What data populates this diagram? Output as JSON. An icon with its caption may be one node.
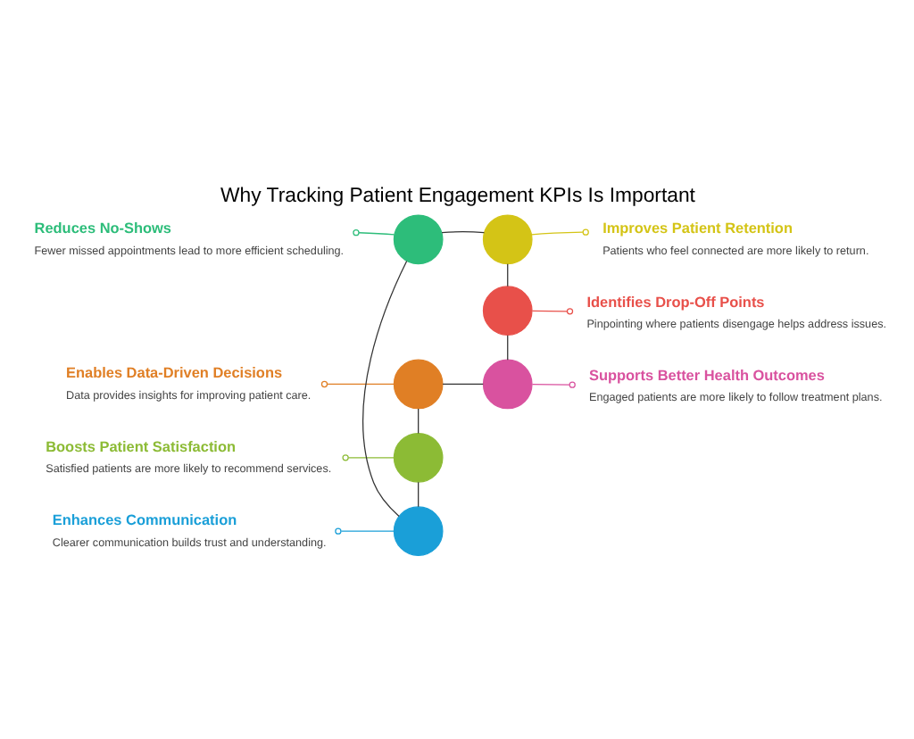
{
  "diagram": {
    "title": "Why Tracking Patient Engagement KPIs Is Important",
    "nodes": [
      {
        "text": [
          "Reduces No-Shows",
          "Fewer missed appointments lead to more efficient scheduling."
        ]
      },
      {
        "text": [
          "Improves Patient Retention",
          "Patients who feel connected are more likely to return."
        ]
      },
      {
        "text": [
          "Enhances Communication",
          "Clearer communication builds trust and understanding."
        ]
      },
      {
        "text": [
          "Identifies Drop-Off Points",
          "Pinpointing where patients disengage helps address issues."
        ]
      },
      {
        "text": [
          "Boosts Patient Satisfaction",
          "Satisfied patients are more likely to recommend services."
        ]
      },
      {
        "text": [
          "Supports Better Health Outcomes",
          "Engaged patients are more likely to follow treatment plans."
        ]
      },
      {
        "text": [
          "Enables Data-Driven Decisions",
          "Data provides insights for improving patient care."
        ]
      },
      {
        "text": [],
        "shape": "circle"
      },
      {
        "text": [],
        "shape": "circle"
      },
      {
        "text": [],
        "shape": "circle"
      },
      {
        "text": [],
        "shape": "circle"
      },
      {
        "text": [],
        "shape": "circle"
      },
      {
        "text": [],
        "shape": "circle"
      },
      {
        "text": [],
        "shape": "circle"
      }
    ],
    "edges": [
      {
        "from": 0,
        "to": 7,
        "arrow": "other",
        "color": "#2dbd7a"
      },
      {
        "from": 1,
        "to": 8,
        "arrow": "other",
        "color": "#d4c416"
      },
      {
        "from": 2,
        "to": 9,
        "arrow": "other",
        "color": "#1a9fd8"
      },
      {
        "from": 3,
        "to": 10,
        "arrow": "other",
        "color": "#e8504a"
      },
      {
        "from": 4,
        "to": 11,
        "arrow": "other",
        "color": "#8cbb35"
      },
      {
        "from": 5,
        "to": 12,
        "arrow": "other",
        "color": "#d9529f"
      },
      {
        "from": 6,
        "to": 13,
        "arrow": "other",
        "color": "#e07f25"
      },
      {
        "from": 7,
        "to": 8,
        "arrow": "none"
      },
      {
        "from": 8,
        "to": 10,
        "arrow": "none"
      },
      {
        "from": 10,
        "to": 12,
        "arrow": "none"
      },
      {
        "from": 12,
        "to": 13,
        "arrow": "none"
      },
      {
        "from": 13,
        "to": 11,
        "arrow": "none"
      },
      {
        "from": 11,
        "to": 9,
        "arrow": "none"
      },
      {
        "from": 9,
        "to": 7,
        "arrow": "none"
      }
    ]
  }
}
